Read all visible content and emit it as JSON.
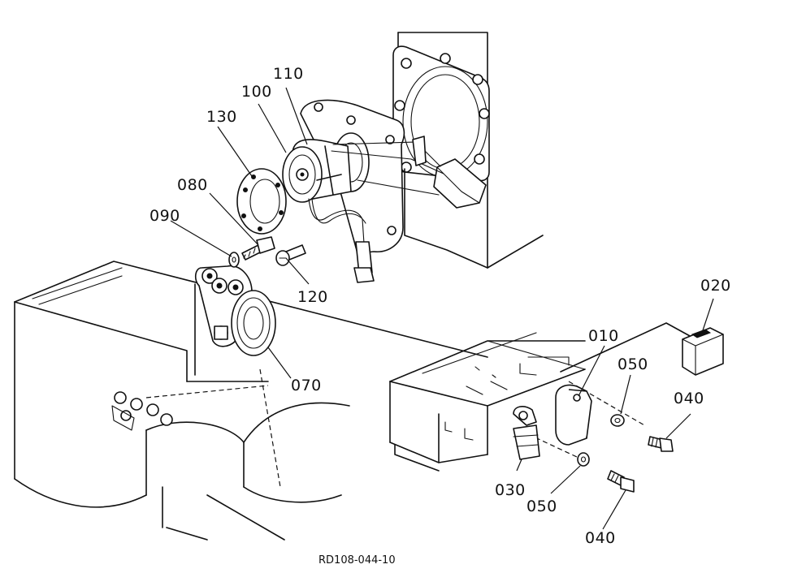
{
  "callouts": {
    "c010": "010",
    "c020": "020",
    "c030": "030",
    "c040a": "040",
    "c040b": "040",
    "c050a": "050",
    "c050b": "050",
    "c070": "070",
    "c080": "080",
    "c090": "090",
    "c100": "100",
    "c110": "110",
    "c120": "120",
    "c130": "130"
  },
  "reference_code": "RD108-044-10"
}
